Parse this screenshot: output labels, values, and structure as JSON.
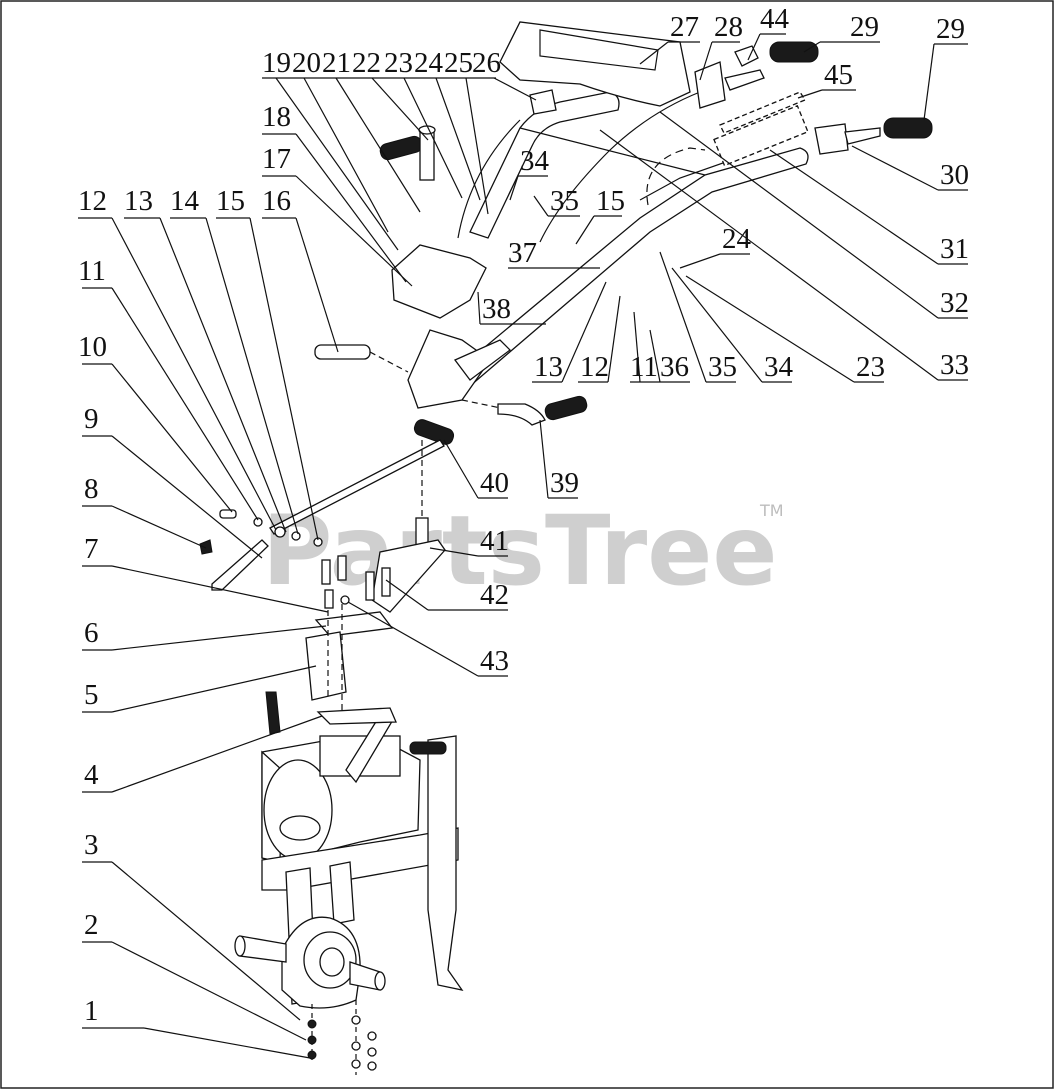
{
  "watermark": {
    "brand": "PartsTree",
    "trademark": "TM"
  },
  "callouts": [
    {
      "id": "c1",
      "text": "1"
    },
    {
      "id": "c2",
      "text": "2"
    },
    {
      "id": "c3",
      "text": "3"
    },
    {
      "id": "c4",
      "text": "4"
    },
    {
      "id": "c5",
      "text": "5"
    },
    {
      "id": "c6",
      "text": "6"
    },
    {
      "id": "c7",
      "text": "7"
    },
    {
      "id": "c8",
      "text": "8"
    },
    {
      "id": "c9",
      "text": "9"
    },
    {
      "id": "c10",
      "text": "10"
    },
    {
      "id": "c11",
      "text": "11"
    },
    {
      "id": "c12",
      "text": "12"
    },
    {
      "id": "c13",
      "text": "13"
    },
    {
      "id": "c14",
      "text": "14"
    },
    {
      "id": "c15",
      "text": "15"
    },
    {
      "id": "c16",
      "text": "16"
    },
    {
      "id": "c17",
      "text": "17"
    },
    {
      "id": "c18",
      "text": "18"
    },
    {
      "id": "c19",
      "text": "19"
    },
    {
      "id": "c20",
      "text": "20"
    },
    {
      "id": "c21",
      "text": "21"
    },
    {
      "id": "c22",
      "text": "22"
    },
    {
      "id": "c23",
      "text": "23"
    },
    {
      "id": "c24",
      "text": "24"
    },
    {
      "id": "c25",
      "text": "25"
    },
    {
      "id": "c26",
      "text": "26"
    },
    {
      "id": "c27",
      "text": "27"
    },
    {
      "id": "c28",
      "text": "28"
    },
    {
      "id": "c44",
      "text": "44"
    },
    {
      "id": "c29a",
      "text": "29"
    },
    {
      "id": "c29b",
      "text": "29"
    },
    {
      "id": "c45",
      "text": "45"
    },
    {
      "id": "c30",
      "text": "30"
    },
    {
      "id": "c31",
      "text": "31"
    },
    {
      "id": "c32",
      "text": "32"
    },
    {
      "id": "c33",
      "text": "33"
    },
    {
      "id": "c34a",
      "text": "34"
    },
    {
      "id": "c35a",
      "text": "35"
    },
    {
      "id": "c15b",
      "text": "15"
    },
    {
      "id": "c37",
      "text": "37"
    },
    {
      "id": "c24b",
      "text": "24"
    },
    {
      "id": "c38",
      "text": "38"
    },
    {
      "id": "c13b",
      "text": "13"
    },
    {
      "id": "c12b",
      "text": "12"
    },
    {
      "id": "c11b",
      "text": "11"
    },
    {
      "id": "c36",
      "text": "36"
    },
    {
      "id": "c35b",
      "text": "35"
    },
    {
      "id": "c34b",
      "text": "34"
    },
    {
      "id": "c23b",
      "text": "23"
    },
    {
      "id": "c40",
      "text": "40"
    },
    {
      "id": "c39",
      "text": "39"
    },
    {
      "id": "c41",
      "text": "41"
    },
    {
      "id": "c42",
      "text": "42"
    },
    {
      "id": "c43",
      "text": "43"
    }
  ]
}
